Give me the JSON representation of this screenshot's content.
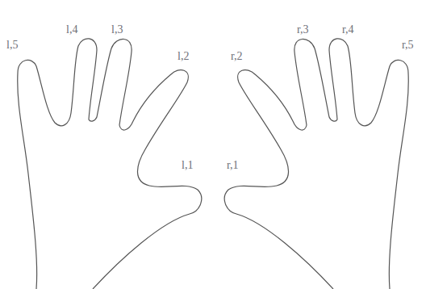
{
  "diagram": {
    "labels": [
      "l,5",
      "l,4",
      "l,3",
      "l,2",
      "l,1",
      "r,1",
      "r,2",
      "r,3",
      "r,4",
      "r,5"
    ]
  }
}
